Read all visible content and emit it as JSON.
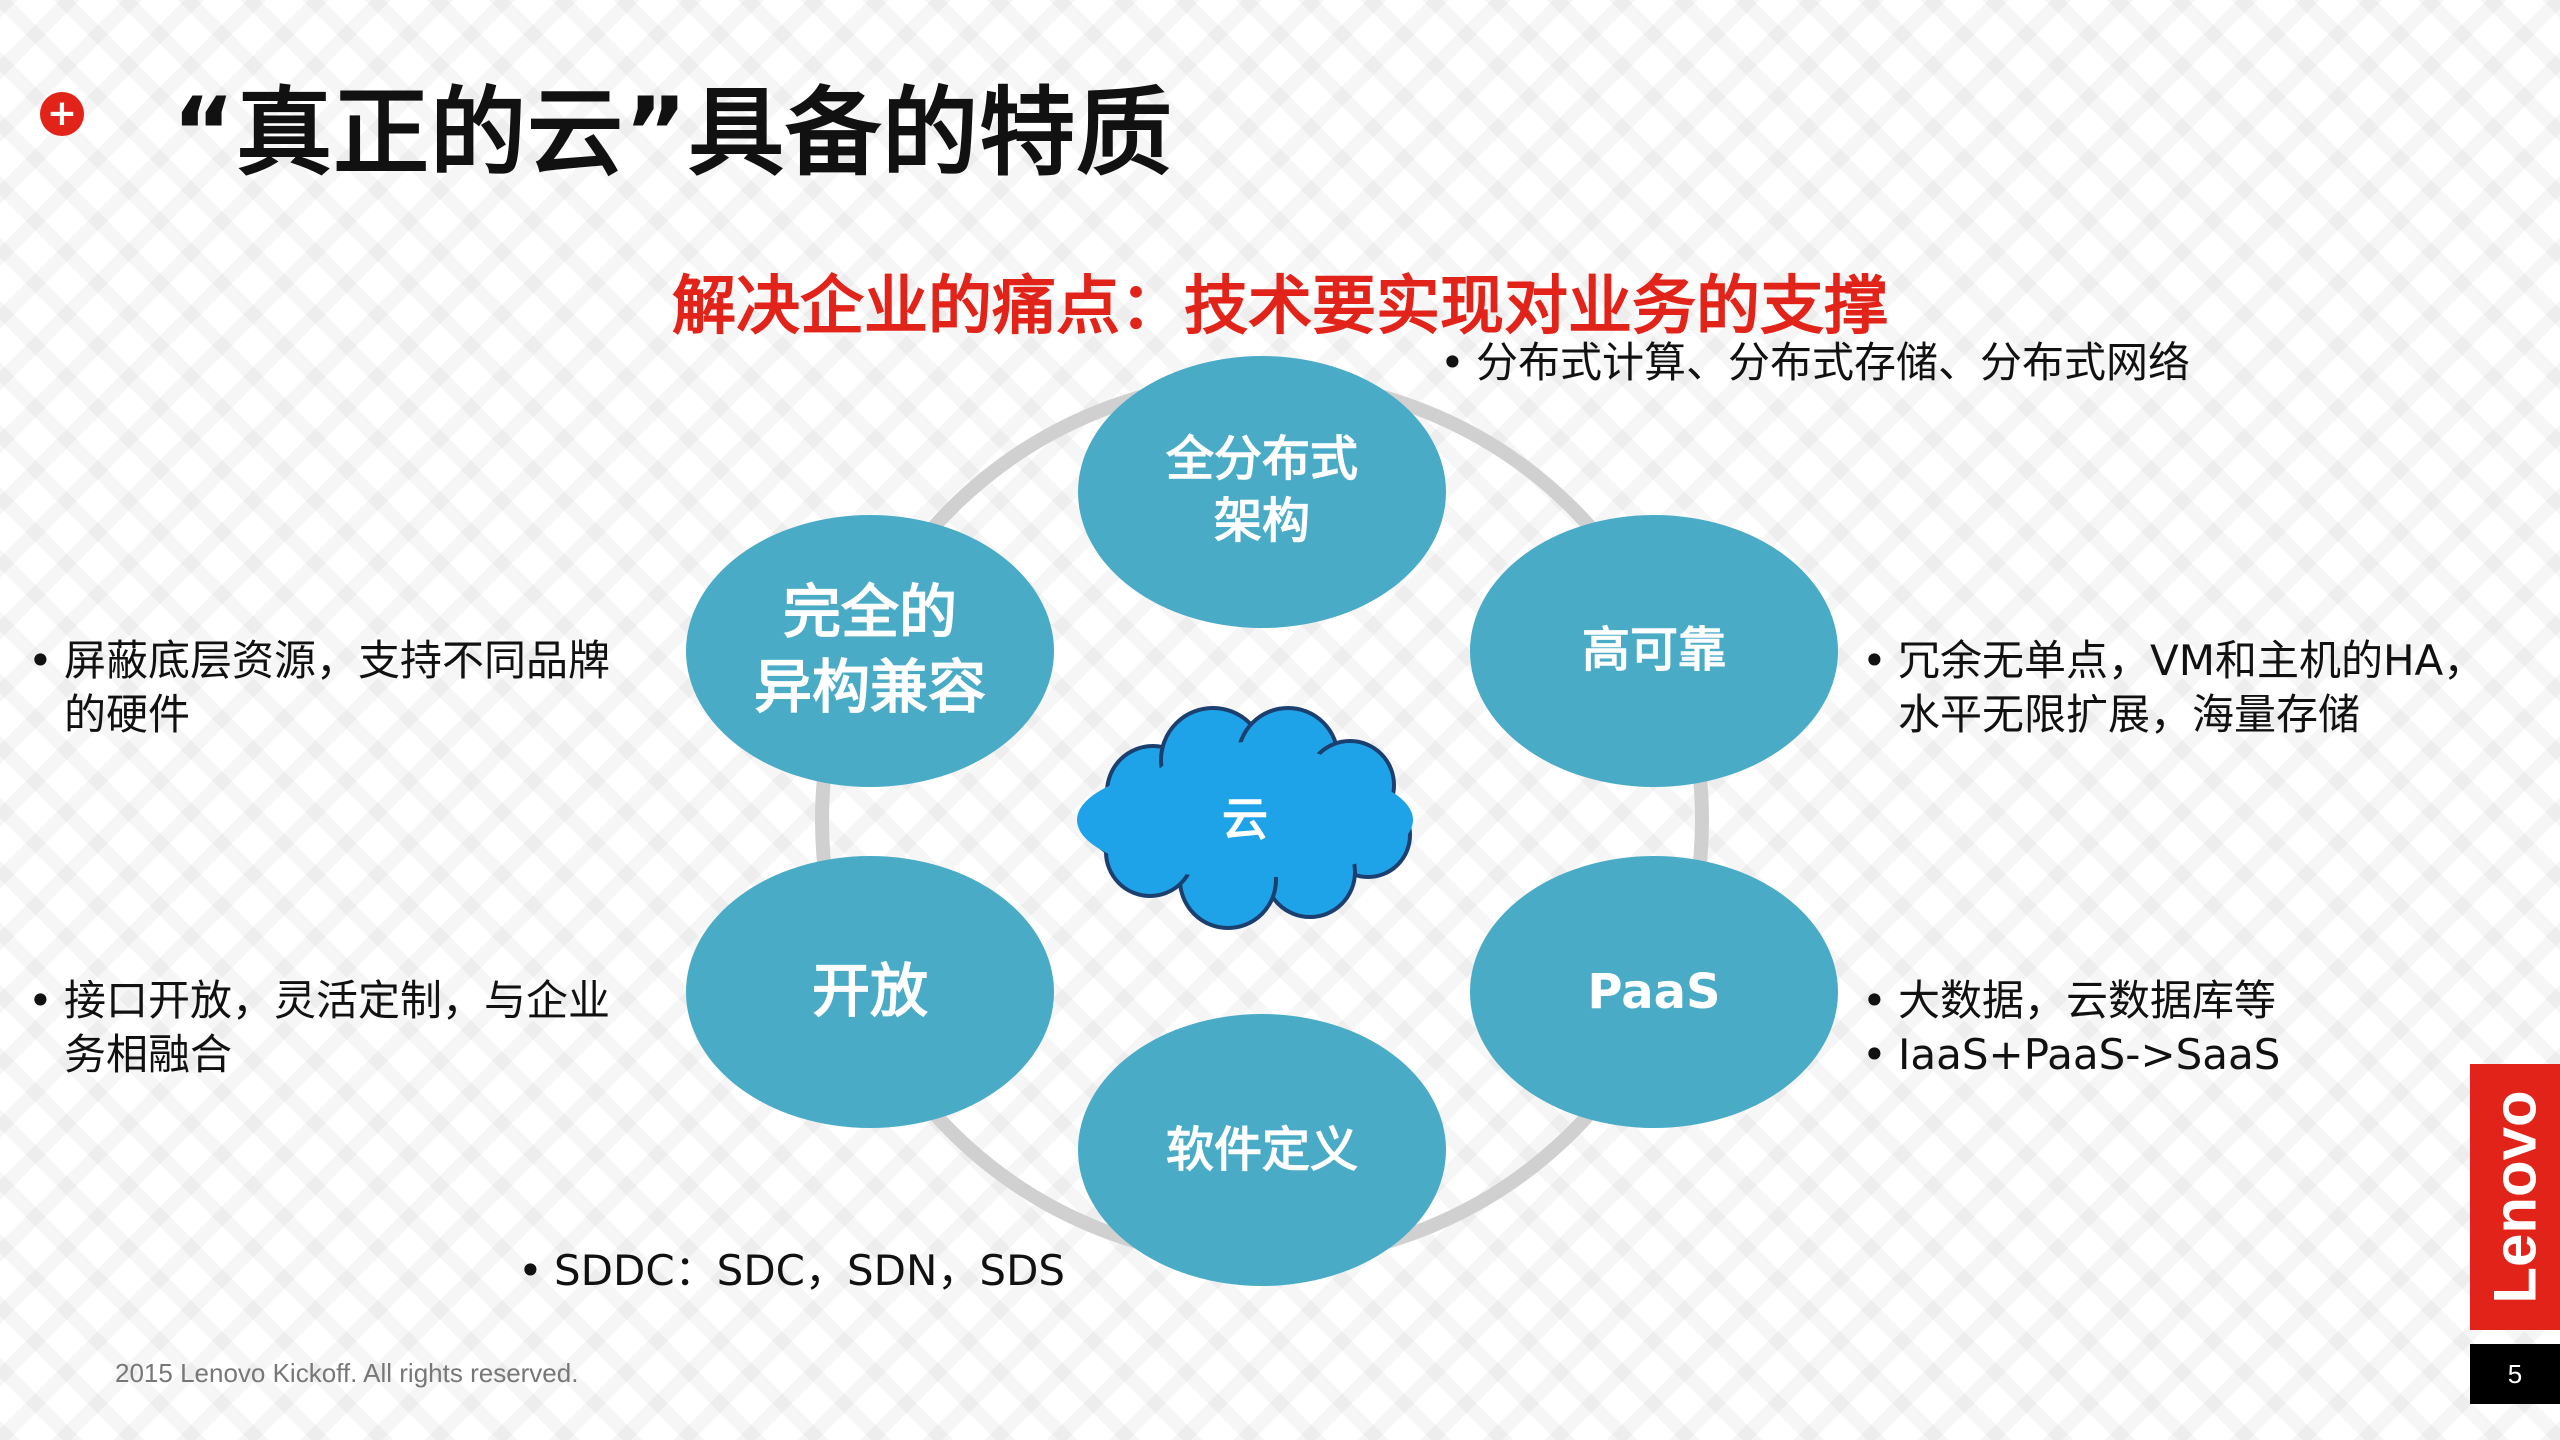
{
  "title": "“真正的云”具备的特质",
  "subtitle": "解决企业的痛点：技术要实现对业务的支撑",
  "colors": {
    "accent_red": "#e2231a",
    "node_fill": "#4aabc7",
    "cloud_fill": "#1fa3e8",
    "ring": "#d0d0d0"
  },
  "title_icon": "plus-circle-icon",
  "center": {
    "label": "云"
  },
  "nodes": [
    {
      "label": "全分布式\n架构"
    },
    {
      "label": "高可靠"
    },
    {
      "label": "PaaS"
    },
    {
      "label": "软件定义"
    },
    {
      "label": "开放"
    },
    {
      "label": "完全的\n异构兼容"
    }
  ],
  "notes": {
    "top": [
      "分布式计算、分布式存储、分布式网络"
    ],
    "right_upper": [
      "冗余无单点，VM和主机的HA，水平无限扩展，海量存储"
    ],
    "right_lower": [
      "大数据，云数据库等",
      "IaaS+PaaS->SaaS"
    ],
    "bottom": [
      "SDDC：SDC，SDN，SDS"
    ],
    "left_lower": [
      "接口开放，灵活定制，与企业务相融合"
    ],
    "left_upper": [
      "屏蔽底层资源，支持不同品牌的硬件"
    ]
  },
  "bullet_char": "•",
  "footer": "2015 Lenovo Kickoff. All rights reserved.",
  "logo_text": "Lenovo",
  "page_number": "5"
}
